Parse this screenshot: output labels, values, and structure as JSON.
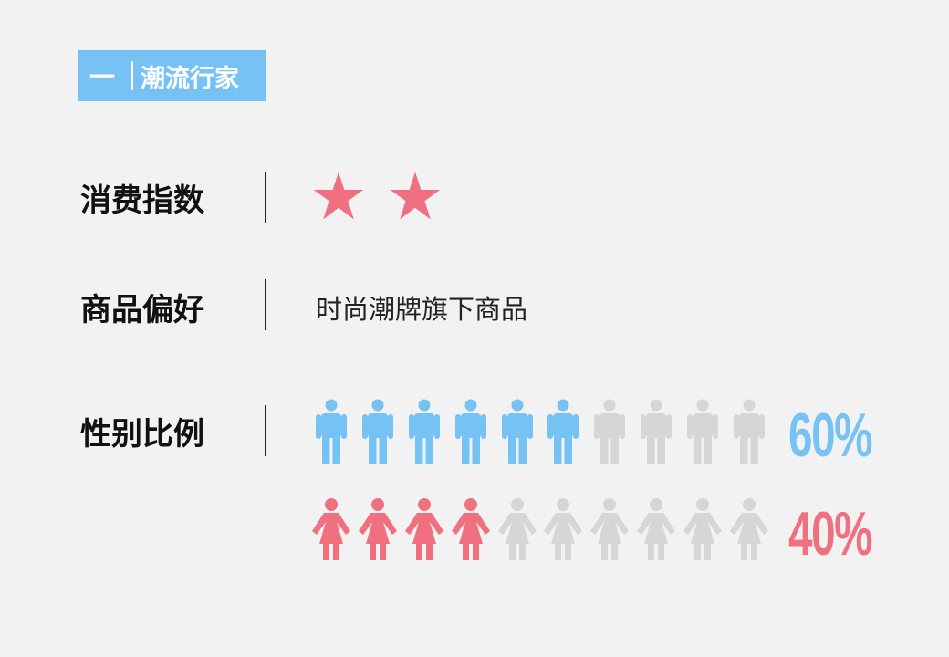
{
  "section": {
    "number": "一",
    "title": "潮流行家"
  },
  "rows": {
    "consumption": {
      "label": "消费指数",
      "stars": 2,
      "star_icon": "star-icon"
    },
    "preference": {
      "label": "商品偏好",
      "value": "时尚潮牌旗下商品"
    },
    "gender": {
      "label": "性别比例",
      "male": {
        "percent": 60,
        "label": "60%",
        "icon": "male-person-icon"
      },
      "female": {
        "percent": 40,
        "label": "40%",
        "icon": "female-person-icon"
      },
      "icons_per_row": 10
    }
  },
  "colors": {
    "accent_blue": "#77c2f4",
    "accent_pink": "#f07080",
    "inactive_gray": "#d6d6d6",
    "background": "#f2f2f3",
    "text": "#111111"
  }
}
